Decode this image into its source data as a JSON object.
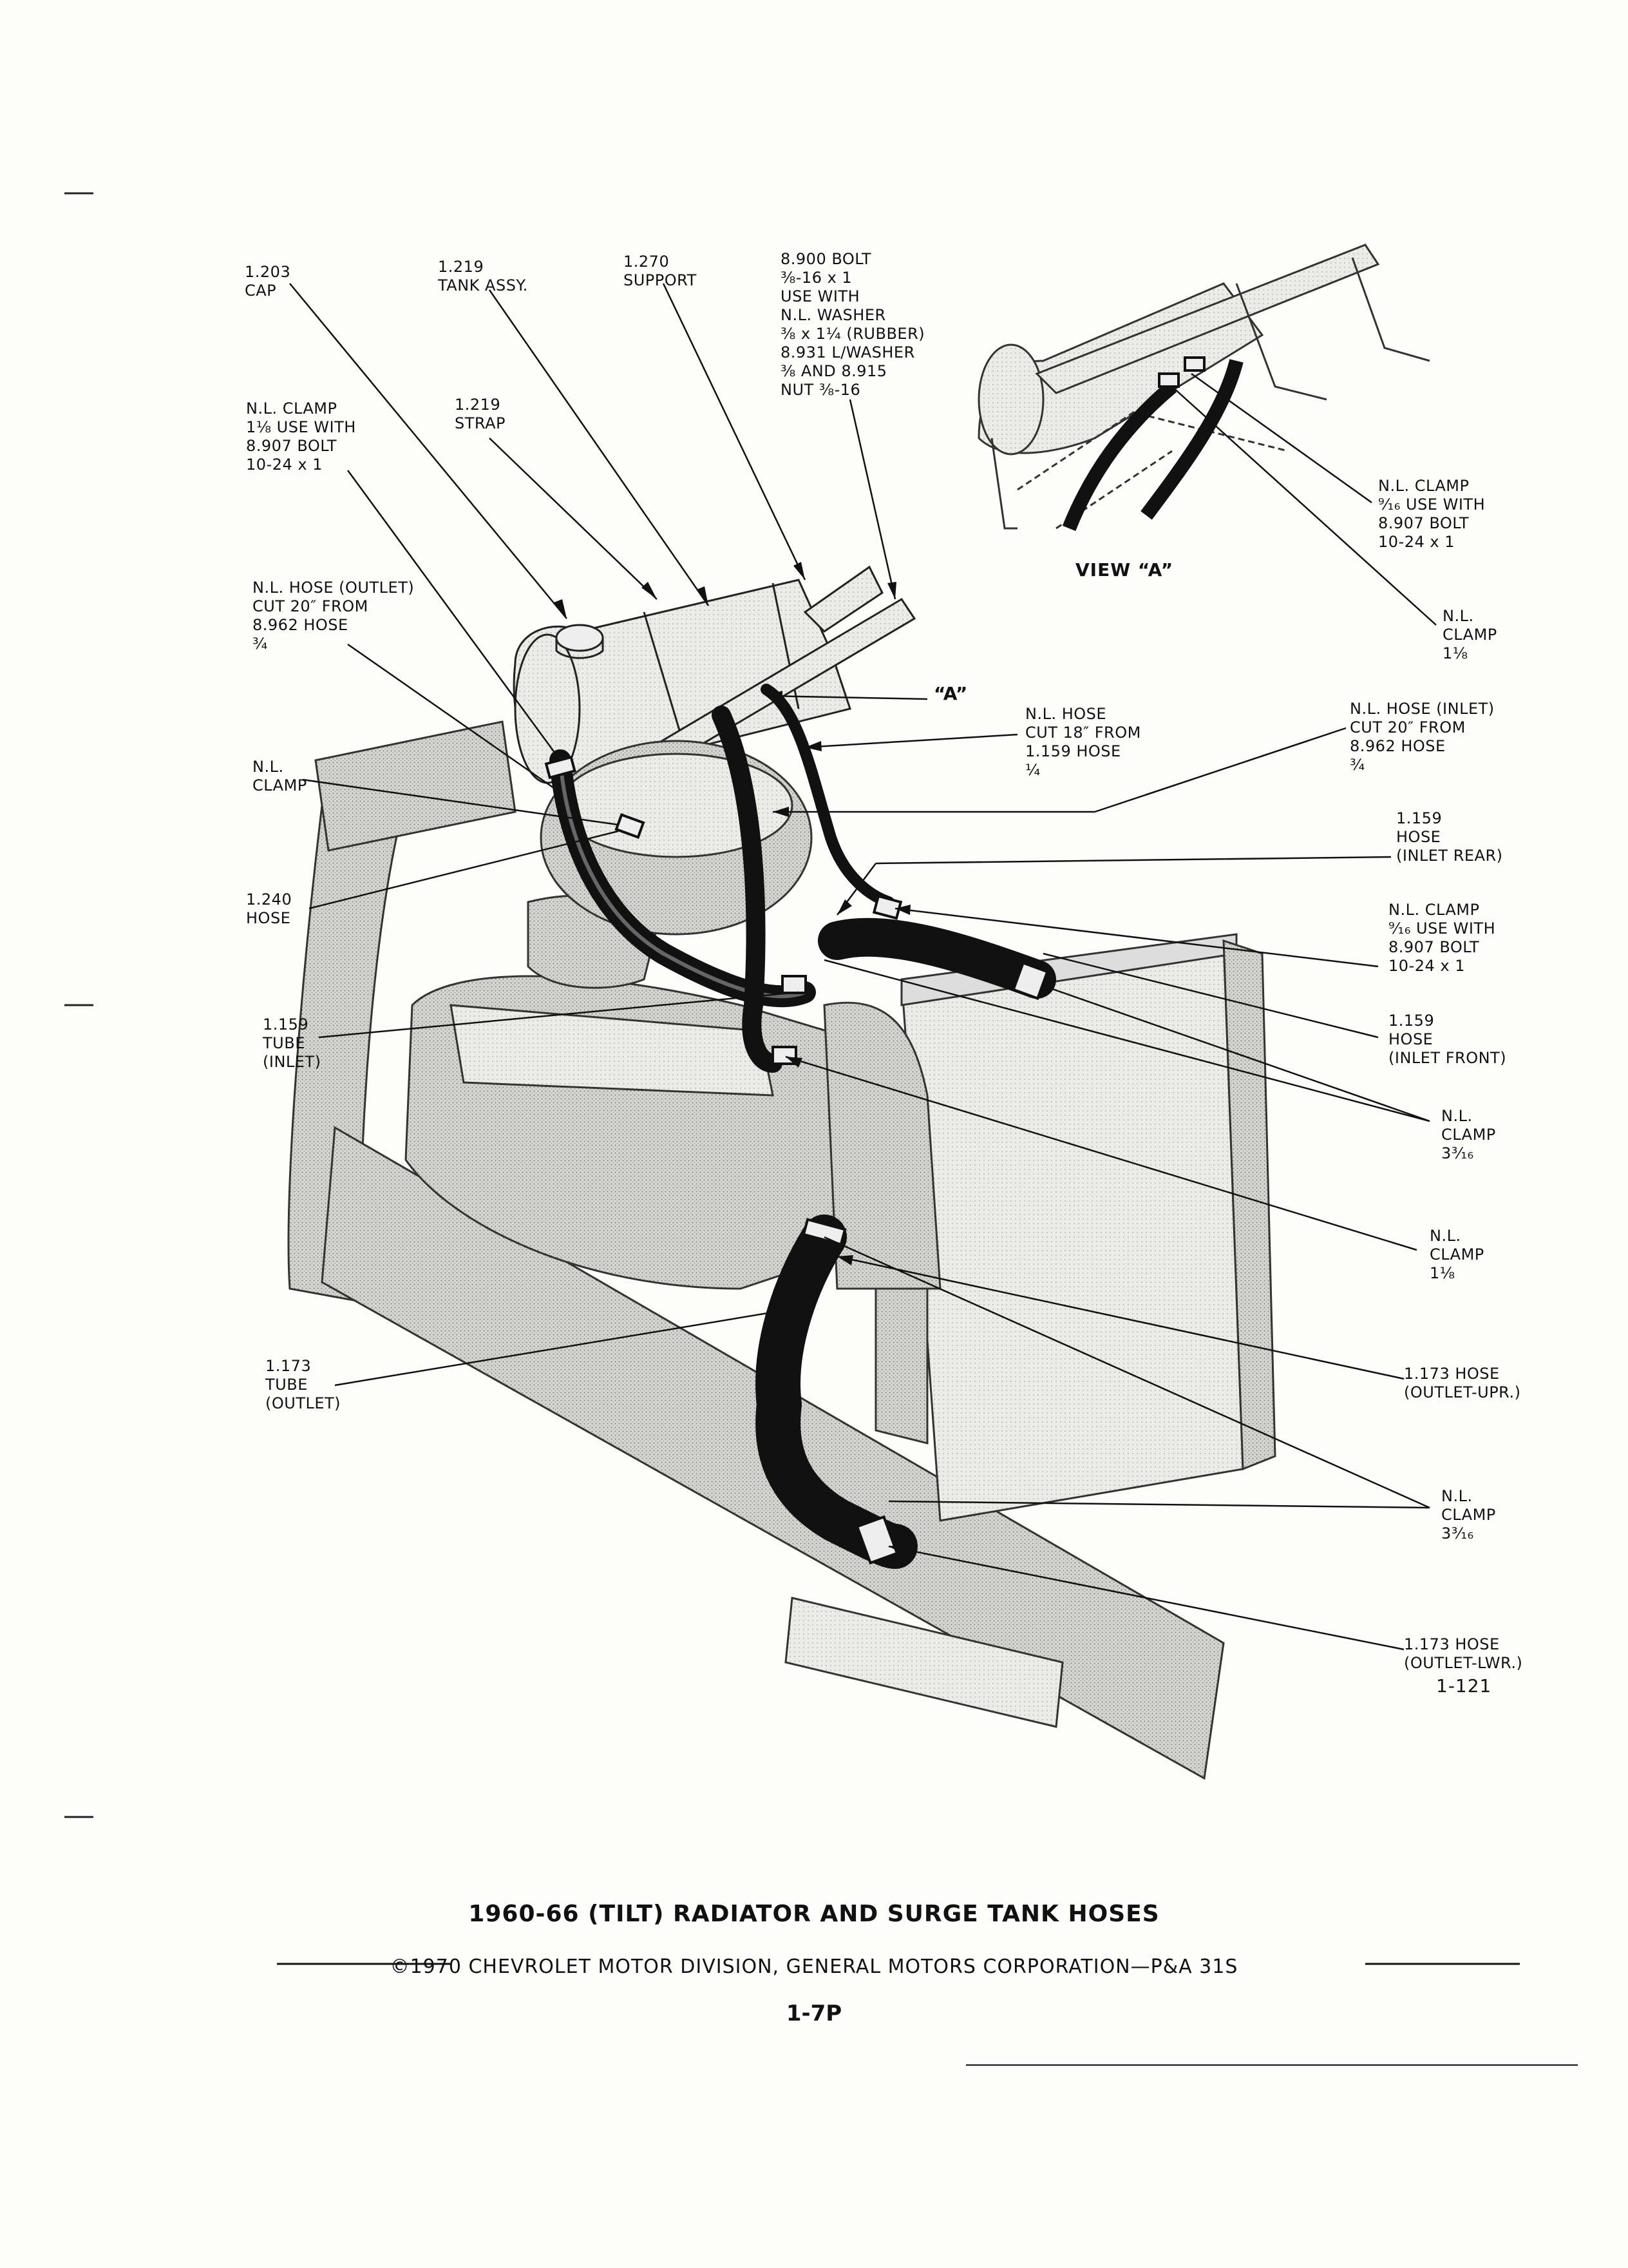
{
  "title": "1960-66 (TILT) RADIATOR AND SURGE TANK HOSES",
  "copyright": "©1970 CHEVROLET MOTOR DIVISION, GENERAL MOTORS CORPORATION—P&A 31S",
  "page_number": "1-7P",
  "figure_number": "1-121",
  "view_label": "VIEW “A”",
  "callout_a": "“A”",
  "labels": {
    "cap": [
      "1.203",
      "CAP"
    ],
    "tank": [
      "1.219",
      "TANK ASSY."
    ],
    "support": [
      "1.270",
      "SUPPORT"
    ],
    "bolt": [
      "8.900 BOLT",
      "⅜-16 x 1",
      "USE WITH",
      "N.L. WASHER",
      "⅜ x 1¼ (RUBBER)",
      "8.931 L/WASHER",
      "⅜ AND 8.915",
      "NUT ⅜-16"
    ],
    "clamp_top_left": [
      "N.L. CLAMP",
      "1⅛ USE WITH",
      "8.907 BOLT",
      "10-24 x 1"
    ],
    "strap": [
      "1.219",
      "STRAP"
    ],
    "hose_outlet": [
      "N.L. HOSE (OUTLET)",
      "CUT 20″ FROM",
      "8.962 HOSE",
      "¾"
    ],
    "clamp_left": [
      "N.L.",
      "CLAMP"
    ],
    "hose_240": [
      "1.240",
      "HOSE"
    ],
    "tube_inlet": [
      "1.159",
      "TUBE",
      "(INLET)"
    ],
    "tube_outlet": [
      "1.173",
      "TUBE",
      "(OUTLET)"
    ],
    "view_clamp_small": [
      "N.L. CLAMP",
      "⁹⁄₁₆ USE WITH",
      "8.907 BOLT",
      "10-24 x 1"
    ],
    "view_clamp_large": [
      "N.L.",
      "CLAMP",
      "1⅛"
    ],
    "hose_cut18": [
      "N.L. HOSE",
      "CUT 18″ FROM",
      "1.159 HOSE",
      "¼"
    ],
    "hose_inlet": [
      "N.L. HOSE (INLET)",
      "CUT 20″ FROM",
      "8.962 HOSE",
      "¾"
    ],
    "hose_inlet_rear": [
      "1.159",
      "HOSE",
      "(INLET REAR)"
    ],
    "clamp_mid": [
      "N.L. CLAMP",
      "⁹⁄₁₆ USE WITH",
      "8.907 BOLT",
      "10-24 x 1"
    ],
    "hose_inlet_front": [
      "1.159",
      "HOSE",
      "(INLET FRONT)"
    ],
    "clamp_316_upper": [
      "N.L.",
      "CLAMP",
      "3³⁄₁₆"
    ],
    "clamp_118": [
      "N.L.",
      "CLAMP",
      "1⅛"
    ],
    "hose_outlet_upr": [
      "1.173 HOSE",
      "(OUTLET-UPR.)"
    ],
    "clamp_316_lower": [
      "N.L.",
      "CLAMP",
      "3³⁄₁₆"
    ],
    "hose_outlet_lwr": [
      "1.173 HOSE",
      "(OUTLET-LWR.)"
    ]
  },
  "colors": {
    "ink": "#111111",
    "shade": "#b8b8b8",
    "hose": "#1a1a1a"
  }
}
